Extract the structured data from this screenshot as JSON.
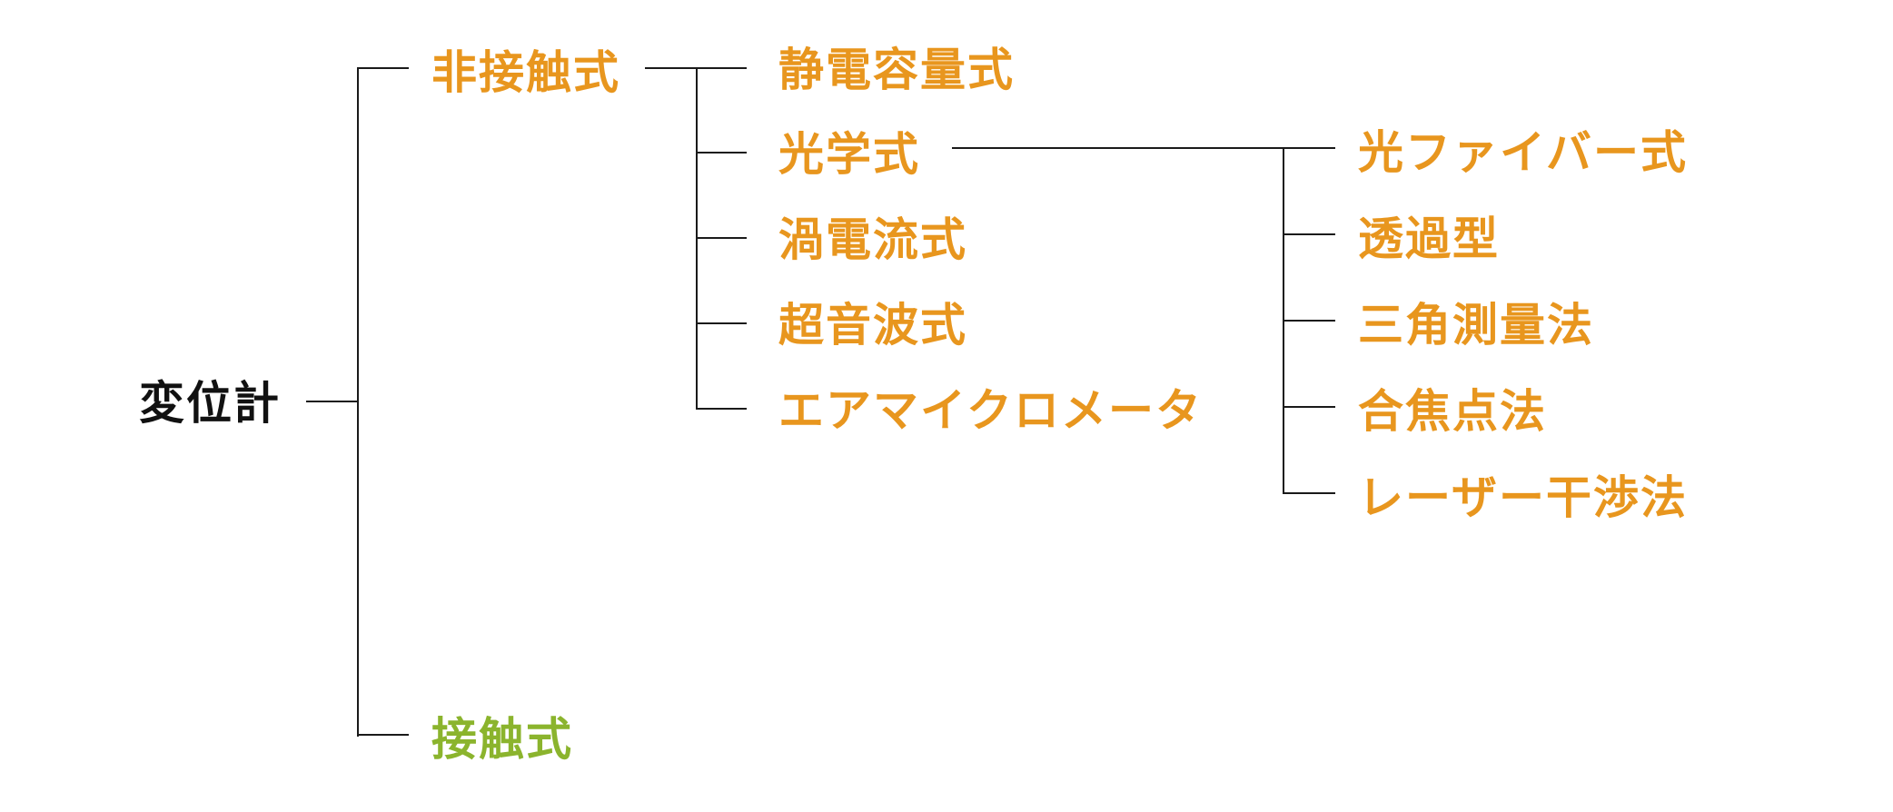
{
  "diagram": {
    "title": "変位計",
    "colors": {
      "root": "#111111",
      "non_contact": "#E8961E",
      "contact": "#8BB42D",
      "lines": "#1a1a1a"
    },
    "root": {
      "label": "変位計"
    },
    "level1": [
      {
        "label": "非接触式",
        "color": "#E8961E"
      },
      {
        "label": "接触式",
        "color": "#8BB42D"
      }
    ],
    "non_contact_children": [
      {
        "label": "静電容量式"
      },
      {
        "label": "光学式"
      },
      {
        "label": "渦電流式"
      },
      {
        "label": "超音波式"
      },
      {
        "label": "エアマイクロメータ"
      }
    ],
    "optical_children": [
      {
        "label": "光ファイバー式"
      },
      {
        "label": "透過型"
      },
      {
        "label": "三角測量法"
      },
      {
        "label": "合焦点法"
      },
      {
        "label": "レーザー干渉法"
      }
    ]
  }
}
